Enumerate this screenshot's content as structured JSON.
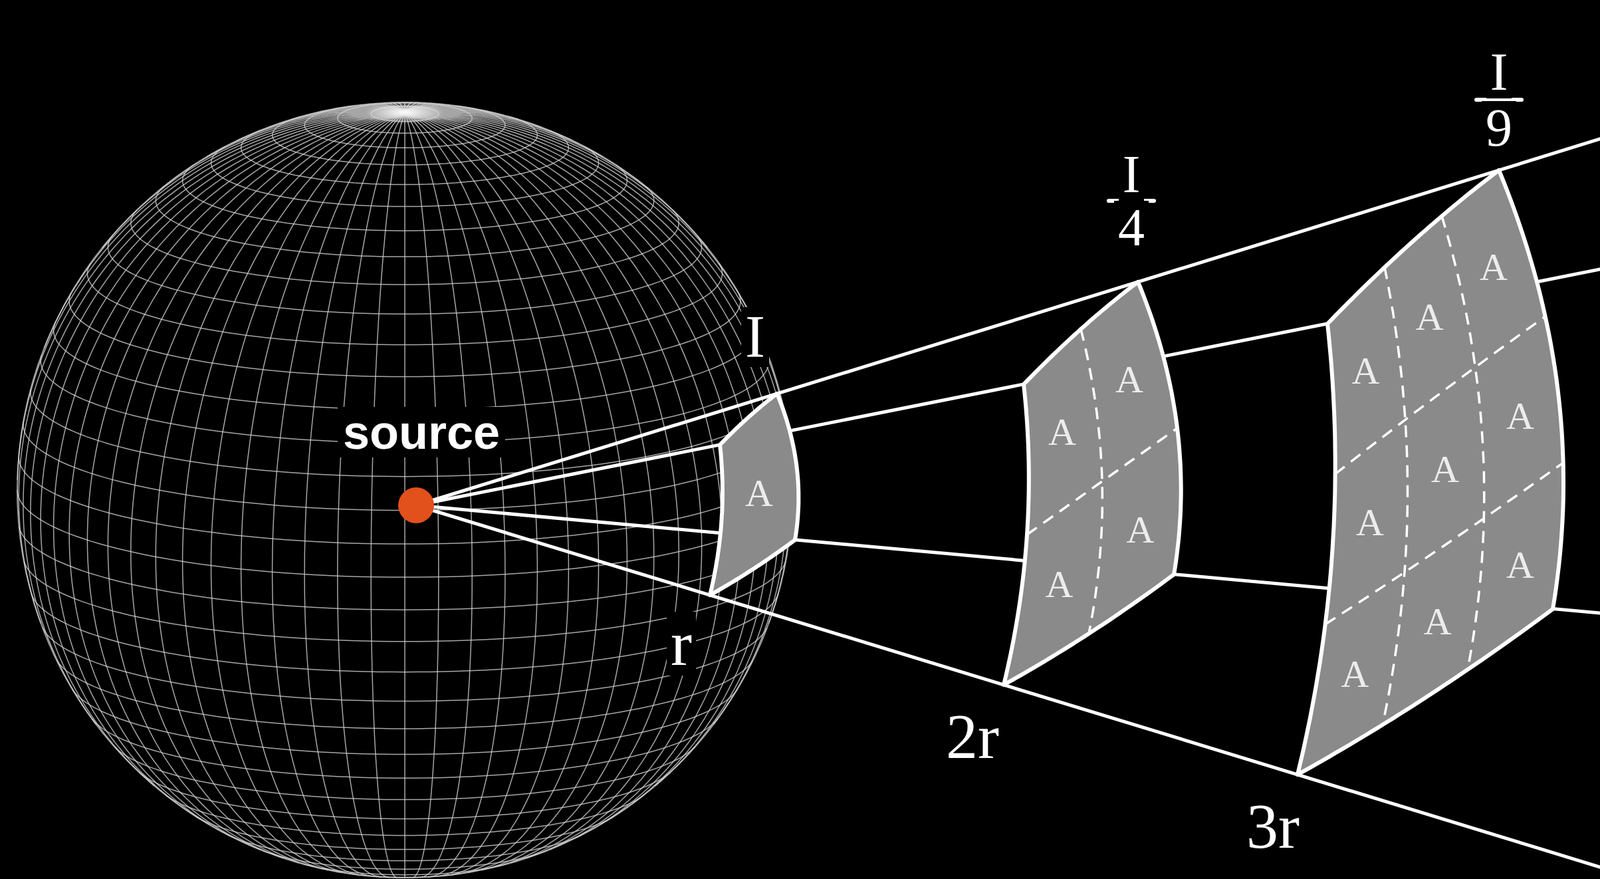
{
  "diagram": {
    "nodes": [
      {
        "text": [
          "source"
        ]
      },
      {
        "text": [
          "A"
        ]
      },
      {
        "text": [
          "A",
          "A",
          "A",
          "A"
        ]
      },
      {
        "text": [
          "A",
          "A",
          "A",
          "A",
          "A",
          "A",
          "A",
          "A",
          "A"
        ]
      }
    ],
    "labels": [
      "I",
      "r",
      "I",
      "4",
      "2r",
      "I",
      "9",
      "3r"
    ]
  }
}
